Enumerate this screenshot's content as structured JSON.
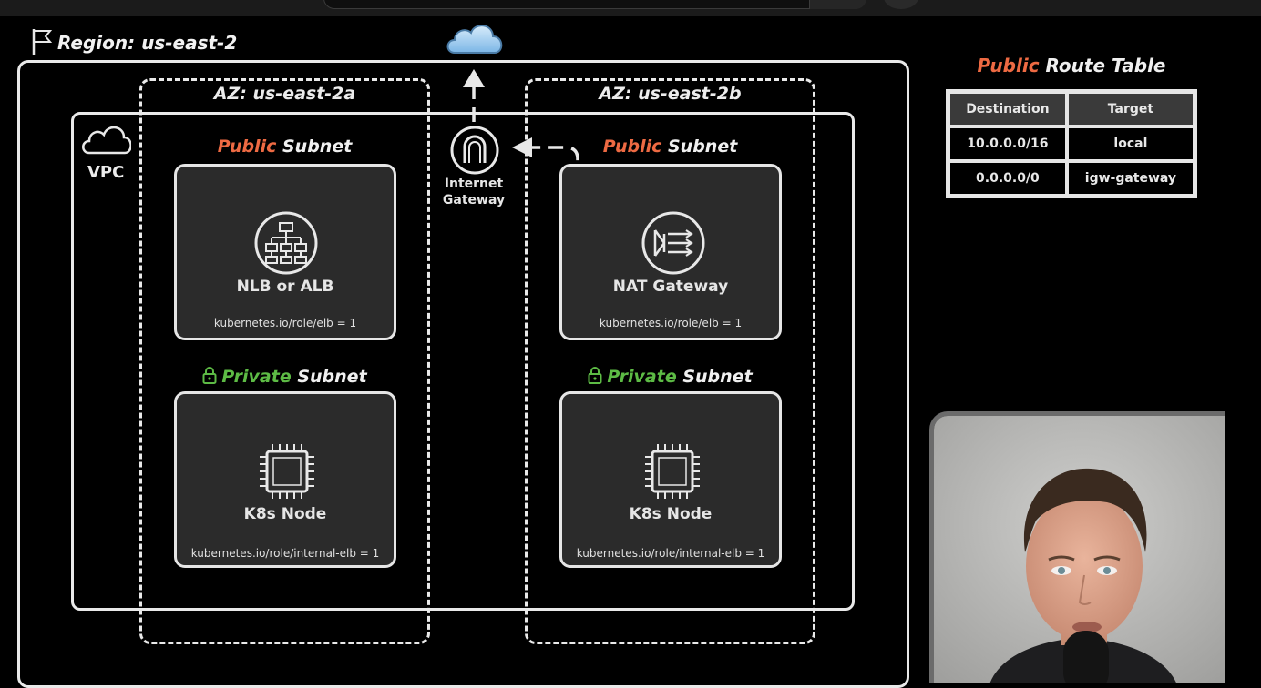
{
  "diagram": {
    "region_label": "Region: us-east-2",
    "vpc_label": "VPC",
    "internet_gateway_label": "Internet Gateway",
    "az_a": {
      "label": "AZ: us-east-2a",
      "public_subnet": {
        "prefix": "Public",
        "suffix": " Subnet",
        "resource": "NLB or ALB",
        "tag": "kubernetes.io/role/elb = 1"
      },
      "private_subnet": {
        "prefix": "Private",
        "suffix": " Subnet",
        "resource": "K8s Node",
        "tag": "kubernetes.io/role/internal-elb = 1"
      }
    },
    "az_b": {
      "label": "AZ: us-east-2b",
      "public_subnet": {
        "prefix": "Public",
        "suffix": " Subnet",
        "resource": "NAT Gateway",
        "tag": "kubernetes.io/role/elb = 1"
      },
      "private_subnet": {
        "prefix": "Private",
        "suffix": " Subnet",
        "resource": "K8s Node",
        "tag": "kubernetes.io/role/internal-elb = 1"
      }
    }
  },
  "route_table": {
    "title_prefix": "Public",
    "title_suffix": " Route Table",
    "headers": [
      "Destination",
      "Target"
    ],
    "rows": [
      [
        "10.0.0.0/16",
        "local"
      ],
      [
        "0.0.0.0/0",
        "igw-gateway"
      ]
    ]
  },
  "colors": {
    "public_accent": "#ee6a43",
    "private_accent": "#5dbb45",
    "background": "#000000",
    "card_fill": "#2b2b2b"
  },
  "icons": [
    "flag-icon",
    "cloud-icon",
    "vpc-cloud-icon",
    "internet-gateway-icon",
    "load-balancer-icon",
    "nat-gateway-icon",
    "chip-icon",
    "lock-icon"
  ]
}
